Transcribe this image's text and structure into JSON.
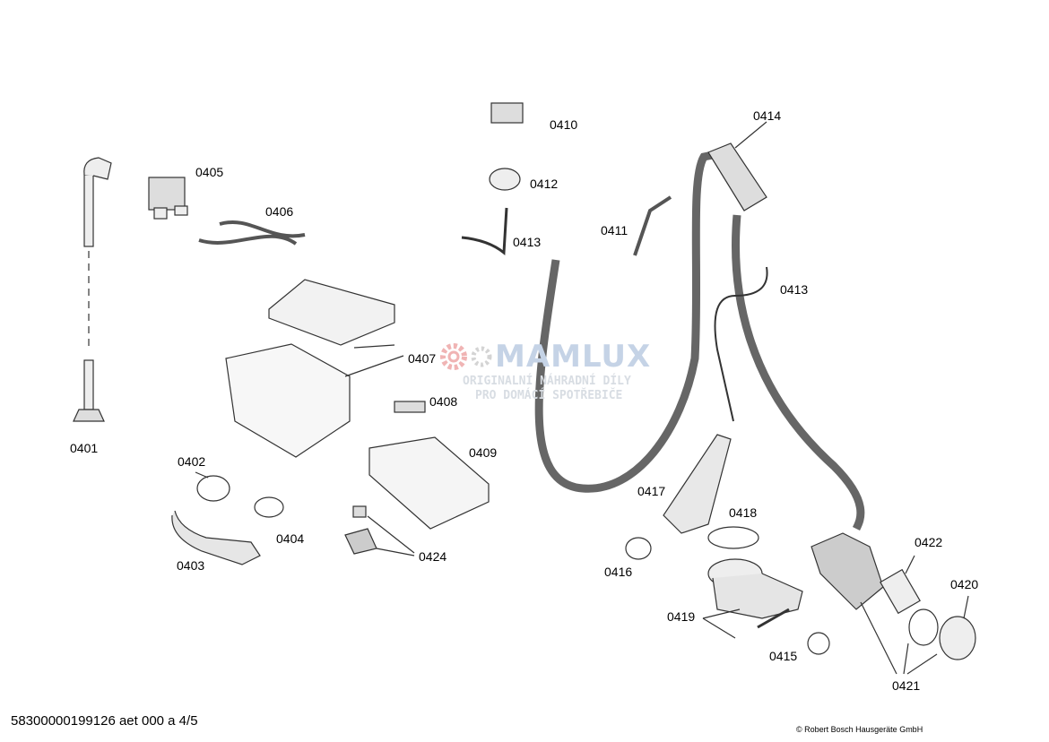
{
  "labels": {
    "p0401": "0401",
    "p0402": "0402",
    "p0403": "0403",
    "p0404": "0404",
    "p0405": "0405",
    "p0406": "0406",
    "p0407": "0407",
    "p0408": "0408",
    "p0409": "0409",
    "p0410": "0410",
    "p0411": "0411",
    "p0412": "0412",
    "p0413a": "0413",
    "p0413b": "0413",
    "p0414": "0414",
    "p0415": "0415",
    "p0416": "0416",
    "p0417": "0417",
    "p0418": "0418",
    "p0419": "0419",
    "p0420": "0420",
    "p0421": "0421",
    "p0422": "0422",
    "p0424": "0424"
  },
  "watermark": {
    "brand": "MAMLUX",
    "line1": "ORIGINALNÍ NÁHRADNÍ DÍLY",
    "line2": "PRO DOMÁCÍ SPOTŘEBIČE",
    "colors": {
      "gear1": "#f0b4b4",
      "gear2": "#d4d4d4",
      "text": "#c5d3e6"
    }
  },
  "footer": {
    "doc_id": "58300000199126 aet 000 a 4/5",
    "copyright": "© Robert Bosch Hausgeräte GmbH"
  }
}
